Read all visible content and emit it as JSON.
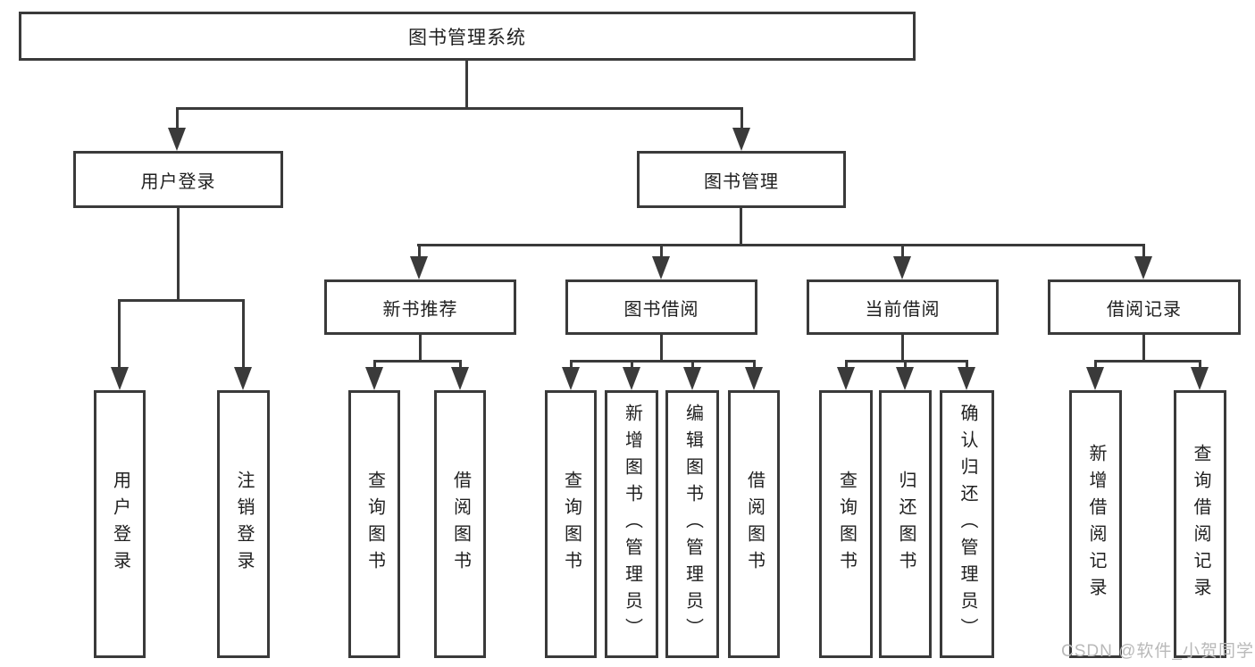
{
  "diagram_type": "hierarchy-tree",
  "watermark": "CSDN @软件_小贺同学",
  "colors": {
    "line": "#3a3a3a",
    "box_border": "#3a3a3a",
    "text": "#1f1f1f",
    "watermark": "#b9b9b9",
    "background": "#ffffff"
  },
  "tree": {
    "root": {
      "label": "图书管理系统"
    },
    "branches": [
      {
        "label": "用户登录",
        "children": [
          {
            "label": "用户登录"
          },
          {
            "label": "注销登录"
          }
        ]
      },
      {
        "label": "图书管理",
        "children": [
          {
            "label": "新书推荐",
            "children": [
              {
                "label": "查询图书"
              },
              {
                "label": "借阅图书"
              }
            ]
          },
          {
            "label": "图书借阅",
            "children": [
              {
                "label": "查询图书"
              },
              {
                "label": "新增图书（管理员）"
              },
              {
                "label": "编辑图书（管理员）"
              },
              {
                "label": "借阅图书"
              }
            ]
          },
          {
            "label": "当前借阅",
            "children": [
              {
                "label": "查询图书"
              },
              {
                "label": "归还图书"
              },
              {
                "label": "确认归还（管理员）"
              }
            ]
          },
          {
            "label": "借阅记录",
            "children": [
              {
                "label": "新增借阅记录"
              },
              {
                "label": "查询借阅记录"
              }
            ]
          }
        ]
      }
    ]
  }
}
